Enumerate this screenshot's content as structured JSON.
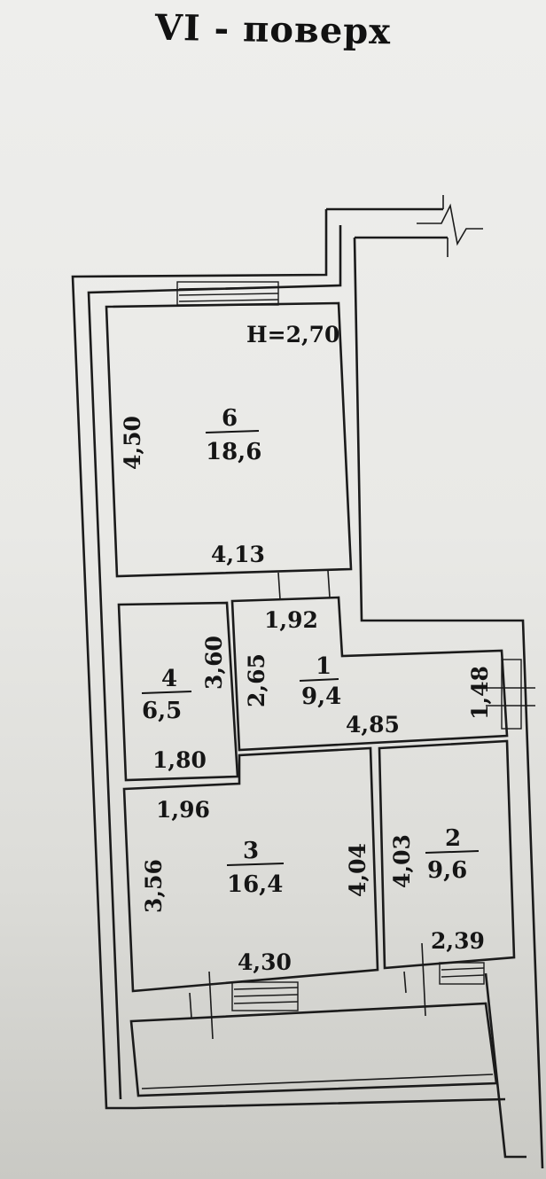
{
  "title": "VI -  поверх",
  "ceiling_height": "H=2,70",
  "rooms": [
    {
      "id": "6",
      "number": "6",
      "area": "18,6",
      "width": "4,13",
      "length": "4,50"
    },
    {
      "id": "4",
      "number": "4",
      "area": "6,5",
      "width": "1,80",
      "length": "3,60"
    },
    {
      "id": "1",
      "number": "1",
      "area": "9,4",
      "width": "4,85",
      "length": "2,65",
      "extra": "1,92",
      "side": "1,48"
    },
    {
      "id": "3",
      "number": "3",
      "area": "16,4",
      "width_top": "1,96",
      "width_bottom": "4,30",
      "length_left": "3,56",
      "length_right": "4,04"
    },
    {
      "id": "2",
      "number": "2",
      "area": "9,6",
      "width": "2,39",
      "length": "4,03"
    }
  ]
}
